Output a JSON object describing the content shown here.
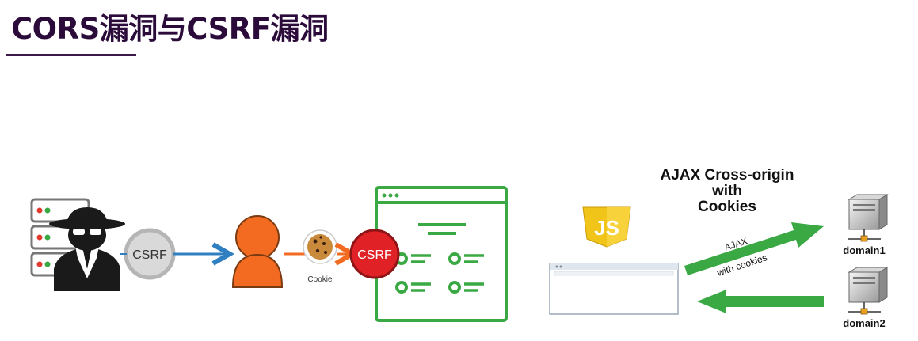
{
  "header": {
    "title": "CORS漏洞与CSRF漏洞"
  },
  "csrf_flow": {
    "attacker_badge": "CSRF",
    "cookie_label": "Cookie",
    "target_badge": "CSRF"
  },
  "cors_flow": {
    "js_logo": "JS",
    "heading_lines": [
      "AJAX Cross-origin",
      "with",
      "Cookies"
    ],
    "ajax_label": "AJAX",
    "with_cookies_label": "with cookies",
    "server1_label": "domain1",
    "server2_label": "domain2"
  },
  "colors": {
    "title": "#2b0b3a",
    "green": "#3aa843",
    "orange": "#f26b21",
    "red_badge": "#e02226",
    "grey_badge": "#d9d9d9",
    "blue_arrow": "#2f7fc1",
    "js_yellow": "#f0c419"
  }
}
